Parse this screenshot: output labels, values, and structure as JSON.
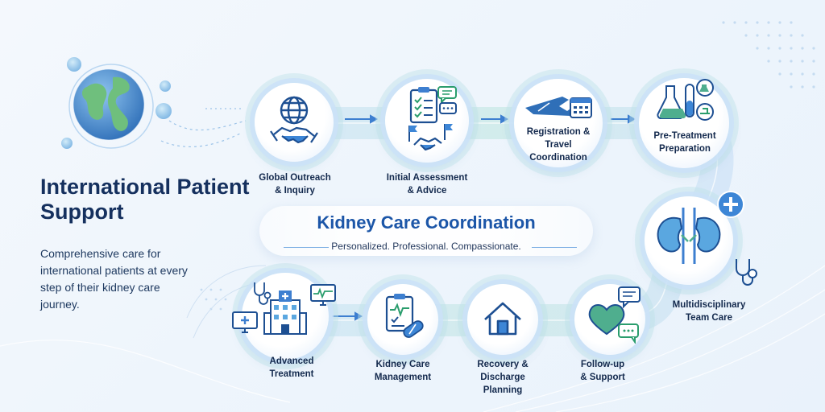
{
  "header": {
    "title": "International Patient Support",
    "subtitle": "Comprehensive care for international patients at every step of their kidney care journey."
  },
  "center": {
    "title": "Kidney Care Coordination",
    "tagline": "Personalized. Professional. Compassionate."
  },
  "steps": [
    {
      "label": "Global Outreach\n& Inquiry",
      "icons": [
        "globe-icon",
        "handshake-icon"
      ]
    },
    {
      "label": "Initial Assessment\n& Advice",
      "icons": [
        "clipboard-checklist-icon",
        "chat-icon",
        "handshake-icon",
        "flags-icon"
      ]
    },
    {
      "label": "Registration &\nTravel\nCoordination",
      "icons": [
        "airplane-icon",
        "calendar-icon"
      ]
    },
    {
      "label": "Pre-Treatment\nPreparation",
      "icons": [
        "lab-flask-icon",
        "test-tube-icon"
      ]
    },
    {
      "label": "Multidisciplinary\nTeam Care",
      "icons": [
        "kidneys-icon",
        "medical-cross-icon",
        "stethoscope-icon"
      ]
    },
    {
      "label": "Follow-up\n& Support",
      "icons": [
        "heart-icon",
        "chat-icon"
      ]
    },
    {
      "label": "Recovery &\nDischarge\nPlanning",
      "icons": [
        "home-icon"
      ]
    },
    {
      "label": "Kidney Care\nManagement",
      "icons": [
        "medical-chart-icon",
        "pill-icon"
      ]
    },
    {
      "label": "Advanced\nTreatment",
      "icons": [
        "hospital-icon",
        "monitor-icon",
        "stethoscope-icon"
      ]
    }
  ],
  "colors": {
    "navy": "#15305e",
    "brand_blue": "#1c56a8",
    "accent_blue": "#3d7fd0",
    "light_blue": "#cfe3f7",
    "mint": "#bfe6e2",
    "green": "#58b48c"
  }
}
